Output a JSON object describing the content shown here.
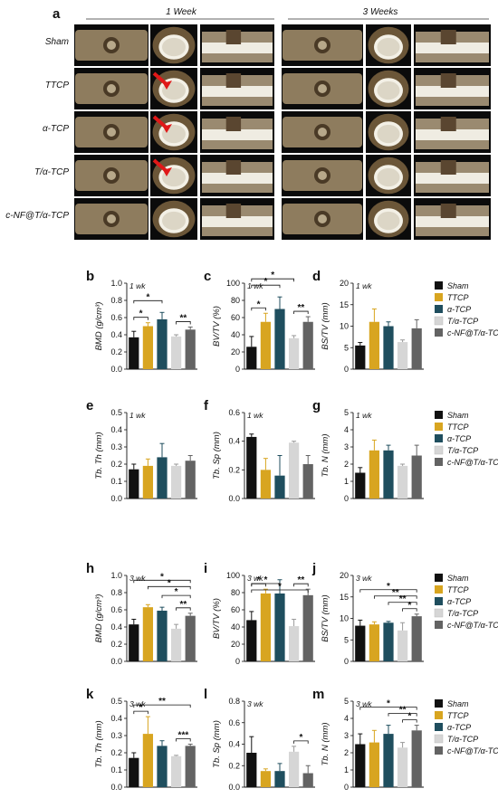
{
  "figure": {
    "panel_a_label": "a",
    "col_headers": [
      "1 Week",
      "3 Weeks"
    ],
    "row_labels": [
      "Sham",
      "TTCP",
      "α-TCP",
      "T/α-TCP",
      "c-NF@T/α-TCP"
    ],
    "legend": [
      "Sham",
      "TTCP",
      "α-TCP",
      "T/α-TCP",
      "c-NF@T/α-TCP"
    ],
    "colors": [
      "#111111",
      "#d8a520",
      "#1f4e5e",
      "#d6d6d6",
      "#636363"
    ]
  },
  "chart_data": [
    {
      "panel": "b",
      "type": "bar",
      "week": "1 wk",
      "ylabel": "BMD (g/cm³)",
      "ylim": [
        0,
        1.0
      ],
      "ticks": [
        "0.0",
        "0.2",
        "0.4",
        "0.6",
        "0.8",
        "1.0"
      ],
      "categories": [
        "Sham",
        "TTCP",
        "α-TCP",
        "T/α-TCP",
        "c-NF@T/α-TCP"
      ],
      "values": [
        0.37,
        0.5,
        0.58,
        0.38,
        0.46
      ],
      "errors": [
        0.07,
        0.04,
        0.08,
        0.02,
        0.03
      ],
      "sig": [
        {
          "a": 0,
          "b": 1,
          "label": "*",
          "lvl": 0
        },
        {
          "a": 0,
          "b": 2,
          "label": "*",
          "lvl": 1
        },
        {
          "a": 3,
          "b": 4,
          "label": "**",
          "lvl": 0
        }
      ]
    },
    {
      "panel": "c",
      "type": "bar",
      "week": "1 wk",
      "ylabel": "BV/TV (%)",
      "ylim": [
        0,
        100
      ],
      "ticks": [
        "0",
        "20",
        "40",
        "60",
        "80",
        "100"
      ],
      "categories": [
        "Sham",
        "TTCP",
        "α-TCP",
        "T/α-TCP",
        "c-NF@T/α-TCP"
      ],
      "values": [
        26,
        55,
        70,
        36,
        55
      ],
      "errors": [
        12,
        10,
        14,
        3,
        6
      ],
      "sig": [
        {
          "a": 0,
          "b": 1,
          "label": "*",
          "lvl": 0
        },
        {
          "a": 0,
          "b": 2,
          "label": "*",
          "lvl": 1
        },
        {
          "a": 0,
          "b": 3,
          "label": "*",
          "lvl": 2
        },
        {
          "a": 3,
          "b": 4,
          "label": "**",
          "lvl": 0
        }
      ]
    },
    {
      "panel": "d",
      "type": "bar",
      "week": "1 wk",
      "ylabel": "BS/TV (mm)",
      "ylim": [
        0,
        20
      ],
      "ticks": [
        "0",
        "5",
        "10",
        "15",
        "20"
      ],
      "categories": [
        "Sham",
        "TTCP",
        "α-TCP",
        "T/α-TCP",
        "c-NF@T/α-TCP"
      ],
      "values": [
        5.5,
        11,
        10,
        6.3,
        9.5
      ],
      "errors": [
        0.7,
        3,
        1,
        0.5,
        2
      ],
      "sig": []
    },
    {
      "panel": "e",
      "type": "bar",
      "week": "1 wk",
      "ylabel": "Tb. Th (mm)",
      "ylim": [
        0,
        0.5
      ],
      "ticks": [
        "0.0",
        "0.1",
        "0.2",
        "0.3",
        "0.4",
        "0.5"
      ],
      "categories": [
        "Sham",
        "TTCP",
        "α-TCP",
        "T/α-TCP",
        "c-NF@T/α-TCP"
      ],
      "values": [
        0.17,
        0.19,
        0.24,
        0.19,
        0.22
      ],
      "errors": [
        0.03,
        0.04,
        0.08,
        0.01,
        0.03
      ],
      "sig": []
    },
    {
      "panel": "f",
      "type": "bar",
      "week": "1 wk",
      "ylabel": "Tb. Sp (mm)",
      "ylim": [
        0,
        0.6
      ],
      "ticks": [
        "0.0",
        "0.2",
        "0.4",
        "0.6"
      ],
      "categories": [
        "Sham",
        "TTCP",
        "α-TCP",
        "T/α-TCP",
        "c-NF@T/α-TCP"
      ],
      "values": [
        0.43,
        0.2,
        0.16,
        0.39,
        0.24
      ],
      "errors": [
        0.02,
        0.08,
        0.14,
        0.01,
        0.06
      ],
      "sig": []
    },
    {
      "panel": "g",
      "type": "bar",
      "week": "1 wk",
      "ylabel": "Tb. N (mm)",
      "ylim": [
        0,
        5
      ],
      "ticks": [
        "0",
        "1",
        "2",
        "3",
        "4",
        "5"
      ],
      "categories": [
        "Sham",
        "TTCP",
        "α-TCP",
        "T/α-TCP",
        "c-NF@T/α-TCP"
      ],
      "values": [
        1.5,
        2.8,
        2.8,
        1.9,
        2.5
      ],
      "errors": [
        0.3,
        0.6,
        0.3,
        0.1,
        0.6
      ],
      "sig": []
    },
    {
      "panel": "h",
      "type": "bar",
      "week": "3 wk",
      "ylabel": "BMD (g/cm³)",
      "ylim": [
        0,
        1.0
      ],
      "ticks": [
        "0.0",
        "0.2",
        "0.4",
        "0.6",
        "0.8",
        "1.0"
      ],
      "categories": [
        "Sham",
        "TTCP",
        "α-TCP",
        "T/α-TCP",
        "c-NF@T/α-TCP"
      ],
      "values": [
        0.43,
        0.63,
        0.59,
        0.38,
        0.53
      ],
      "errors": [
        0.06,
        0.03,
        0.04,
        0.05,
        0.03
      ],
      "sig": [
        {
          "a": 3,
          "b": 4,
          "label": "**",
          "lvl": 0
        },
        {
          "a": 2,
          "b": 4,
          "label": "*",
          "lvl": 1
        },
        {
          "a": 1,
          "b": 4,
          "label": "*",
          "lvl": 2
        },
        {
          "a": 0,
          "b": 4,
          "label": "*",
          "lvl": 3
        }
      ]
    },
    {
      "panel": "i",
      "type": "bar",
      "week": "3 wk",
      "ylabel": "BV/TV (%)",
      "ylim": [
        0,
        100
      ],
      "ticks": [
        "0",
        "20",
        "40",
        "60",
        "80",
        "100"
      ],
      "categories": [
        "Sham",
        "TTCP",
        "α-TCP",
        "T/α-TCP",
        "c-NF@T/α-TCP"
      ],
      "values": [
        48,
        79,
        79,
        41,
        77
      ],
      "errors": [
        10,
        5,
        16,
        8,
        7
      ],
      "sig": [
        {
          "a": 0,
          "b": 1,
          "label": "*",
          "lvl": 0
        },
        {
          "a": 0,
          "b": 2,
          "label": "*",
          "lvl": 1
        },
        {
          "a": 0,
          "b": 4,
          "label": "*",
          "lvl": 2
        },
        {
          "a": 3,
          "b": 4,
          "label": "**",
          "lvl": 0
        }
      ]
    },
    {
      "panel": "j",
      "type": "bar",
      "week": "3 wk",
      "ylabel": "BS/TV (mm)",
      "ylim": [
        0,
        20
      ],
      "ticks": [
        "0",
        "5",
        "10",
        "15",
        "20"
      ],
      "categories": [
        "Sham",
        "TTCP",
        "α-TCP",
        "T/α-TCP",
        "c-NF@T/α-TCP"
      ],
      "values": [
        8.3,
        8.6,
        9.0,
        7.2,
        10.5
      ],
      "errors": [
        1.3,
        0.6,
        0.3,
        1.8,
        0.5
      ],
      "sig": [
        {
          "a": 3,
          "b": 4,
          "label": "*",
          "lvl": 0
        },
        {
          "a": 2,
          "b": 4,
          "label": "**",
          "lvl": 1
        },
        {
          "a": 1,
          "b": 4,
          "label": "**",
          "lvl": 2
        },
        {
          "a": 0,
          "b": 4,
          "label": "*",
          "lvl": 3
        }
      ]
    },
    {
      "panel": "k",
      "type": "bar",
      "week": "3 wk",
      "ylabel": "Tb. Th (mm)",
      "ylim": [
        0,
        0.5
      ],
      "ticks": [
        "0.0",
        "0.1",
        "0.2",
        "0.3",
        "0.4",
        "0.5"
      ],
      "categories": [
        "Sham",
        "TTCP",
        "α-TCP",
        "T/α-TCP",
        "c-NF@T/α-TCP"
      ],
      "values": [
        0.17,
        0.31,
        0.24,
        0.18,
        0.24
      ],
      "errors": [
        0.03,
        0.1,
        0.03,
        0.005,
        0.01
      ],
      "sig": [
        {
          "a": 0,
          "b": 1,
          "label": "*",
          "lvl": 0
        },
        {
          "a": 0,
          "b": 4,
          "label": "**",
          "lvl": 1
        },
        {
          "a": 3,
          "b": 4,
          "label": "***",
          "lvl": 0
        }
      ]
    },
    {
      "panel": "l",
      "type": "bar",
      "week": "3 wk",
      "ylabel": "Tb. Sp (mm)",
      "ylim": [
        0,
        0.8
      ],
      "ticks": [
        "0.0",
        "0.2",
        "0.4",
        "0.6",
        "0.8"
      ],
      "categories": [
        "Sham",
        "TTCP",
        "α-TCP",
        "T/α-TCP",
        "c-NF@T/α-TCP"
      ],
      "values": [
        0.32,
        0.15,
        0.15,
        0.33,
        0.13
      ],
      "errors": [
        0.15,
        0.02,
        0.07,
        0.05,
        0.07
      ],
      "sig": [
        {
          "a": 3,
          "b": 4,
          "label": "*",
          "lvl": 0
        }
      ]
    },
    {
      "panel": "m",
      "type": "bar",
      "week": "3 wk",
      "ylabel": "Tb. N (mm)",
      "ylim": [
        0,
        5
      ],
      "ticks": [
        "0",
        "1",
        "2",
        "3",
        "4",
        "5"
      ],
      "categories": [
        "Sham",
        "TTCP",
        "α-TCP",
        "T/α-TCP",
        "c-NF@T/α-TCP"
      ],
      "values": [
        2.5,
        2.6,
        3.1,
        2.3,
        3.3
      ],
      "errors": [
        0.6,
        0.7,
        0.5,
        0.3,
        0.3
      ],
      "sig": [
        {
          "a": 3,
          "b": 4,
          "label": "*",
          "lvl": 0
        },
        {
          "a": 2,
          "b": 4,
          "label": "**",
          "lvl": 1
        },
        {
          "a": 0,
          "b": 4,
          "label": "*",
          "lvl": 2
        }
      ]
    }
  ]
}
